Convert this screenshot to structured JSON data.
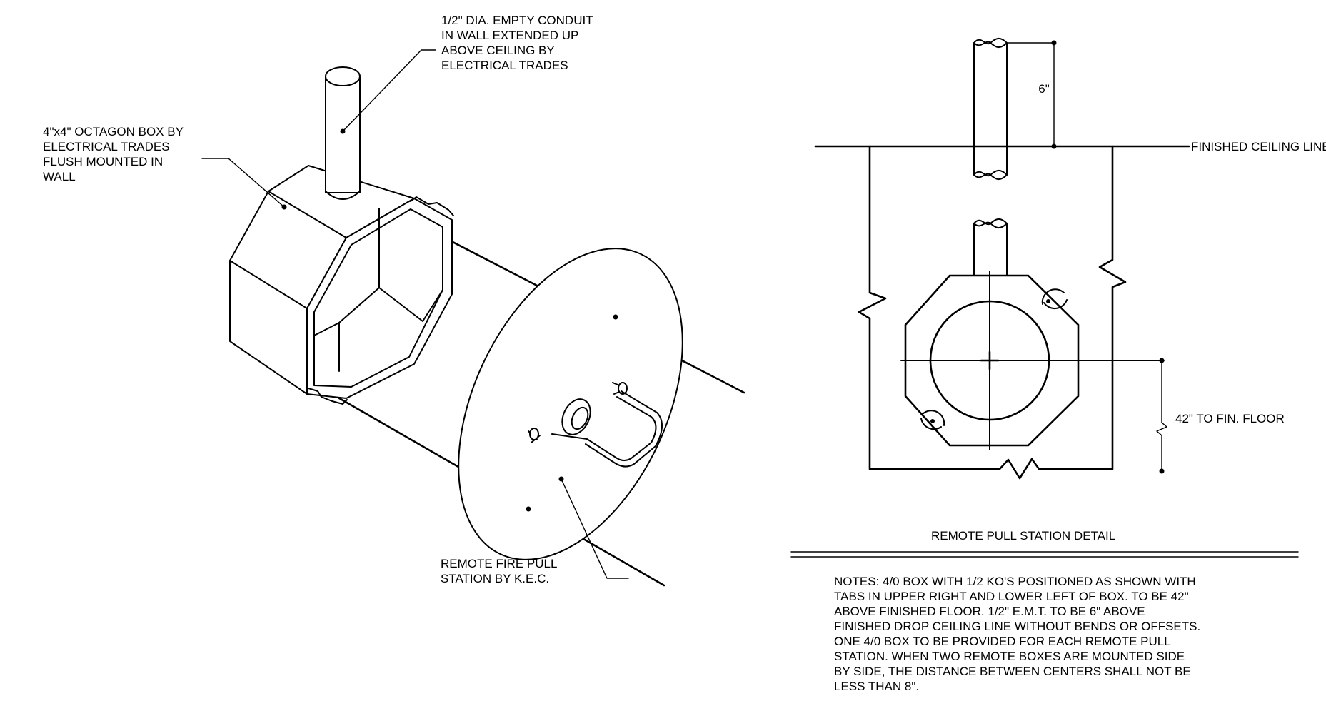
{
  "iso_labels": {
    "conduit": [
      "1/2\" DIA. EMPTY CONDUIT",
      "IN WALL EXTENDED UP",
      "ABOVE CEILING BY",
      "ELECTRICAL TRADES"
    ],
    "octagon_box": [
      "4\"x4\" OCTAGON BOX  BY",
      "ELECTRICAL  TRADES",
      "FLUSH  MOUNTED IN",
      "WALL"
    ],
    "pull_station": [
      "REMOTE FIRE PULL",
      "STATION BY K.E.C."
    ]
  },
  "detail_labels": {
    "ceiling": "FINISHED CEILING  LINE",
    "dim_top": "6\"",
    "dim_floor": "42\" TO FIN. FLOOR",
    "title": "REMOTE PULL STATION DETAIL"
  },
  "notes": [
    "NOTES: 4/0 BOX WITH 1/2 KO'S POSITIONED AS SHOWN WITH",
    "TABS IN UPPER  RIGHT AND LOWER LEFT OF BOX. TO BE 42\"",
    "ABOVE FINISHED FLOOR. 1/2\"  E.M.T. TO BE 6\" ABOVE",
    "FINISHED DROP CEILING LINE WITHOUT BENDS OR  OFFSETS.",
    "ONE 4/0 BOX TO BE PROVIDED FOR EACH REMOTE PULL",
    "STATION.  WHEN TWO REMOTE BOXES ARE MOUNTED SIDE",
    "BY SIDE, THE DISTANCE  BETWEEN CENTERS SHALL NOT BE",
    "LESS THAN 8\"."
  ]
}
